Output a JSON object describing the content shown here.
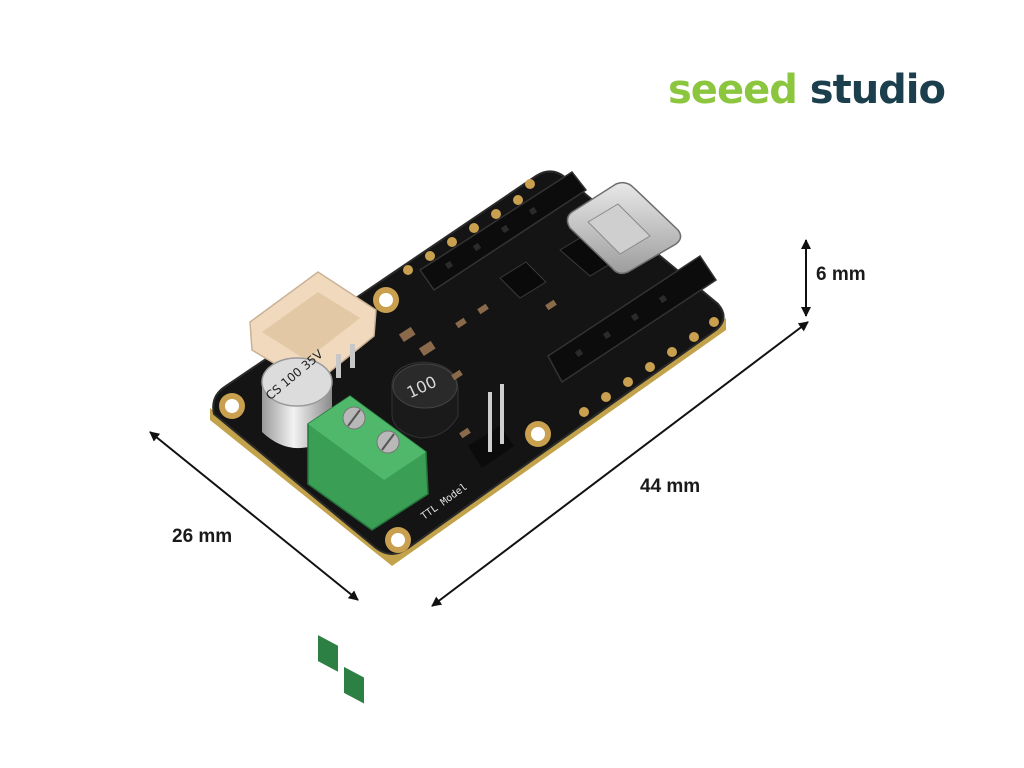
{
  "brand": {
    "part1": "seeed",
    "part2": "studio",
    "color_primary": "#8cc63f",
    "color_secondary": "#1b3f4d"
  },
  "dimensions": {
    "width": "26 mm",
    "length": "44 mm",
    "height": "6 mm"
  },
  "board": {
    "capacitor_label": "CS\n100\n35V",
    "inductor_label": "100",
    "silkscreen": "TTL Model"
  }
}
